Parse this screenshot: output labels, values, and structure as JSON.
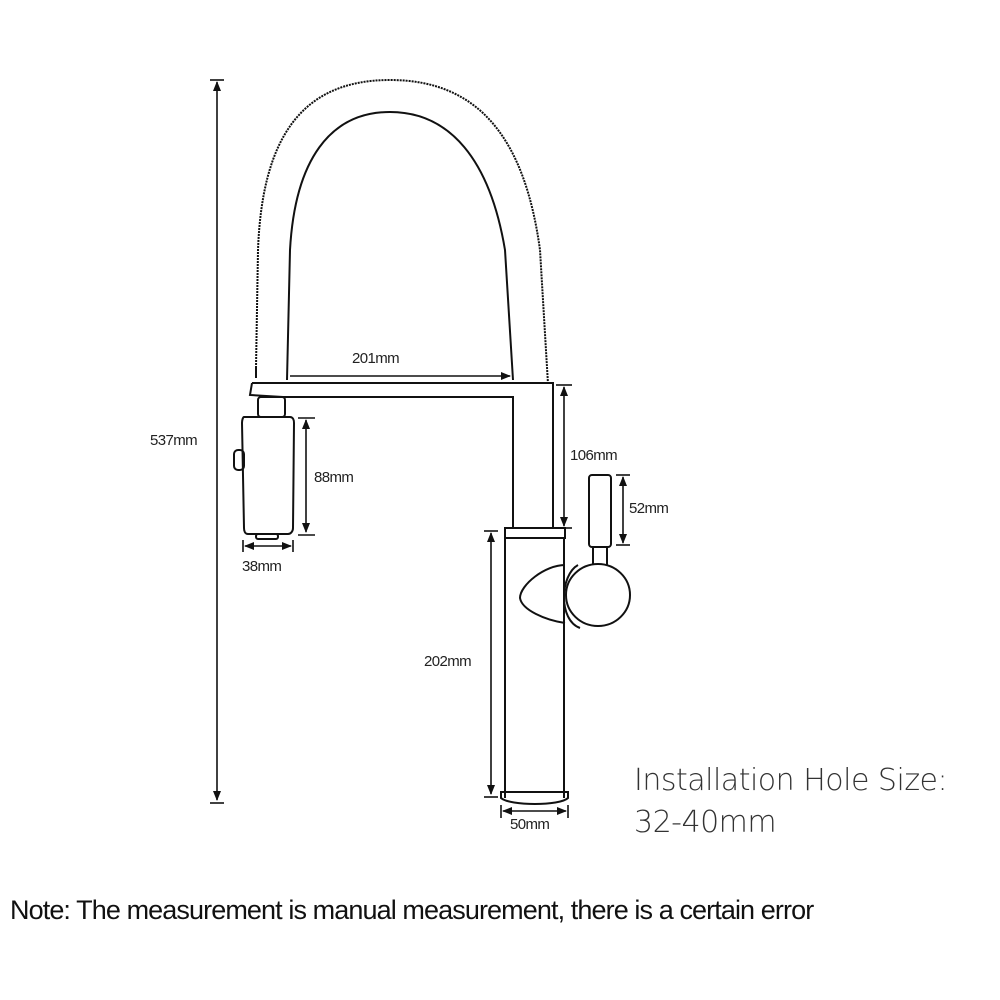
{
  "diagram": {
    "subject": "Pull-down kitchen faucet dimension drawing",
    "dimensions": {
      "total_height": "537mm",
      "spout_reach": "201mm",
      "sprayer_height": "88mm",
      "sprayer_width": "38mm",
      "upper_body_height": "106mm",
      "handle_length": "52mm",
      "lower_body_height": "202mm",
      "base_width": "50mm"
    },
    "installation": {
      "label": "Installation Hole Size:",
      "value": "32-40mm"
    },
    "note": "Note: The measurement is manual measurement, there is a certain error",
    "colors": {
      "line": "#111111",
      "background": "#ffffff",
      "text": "#222222"
    }
  }
}
